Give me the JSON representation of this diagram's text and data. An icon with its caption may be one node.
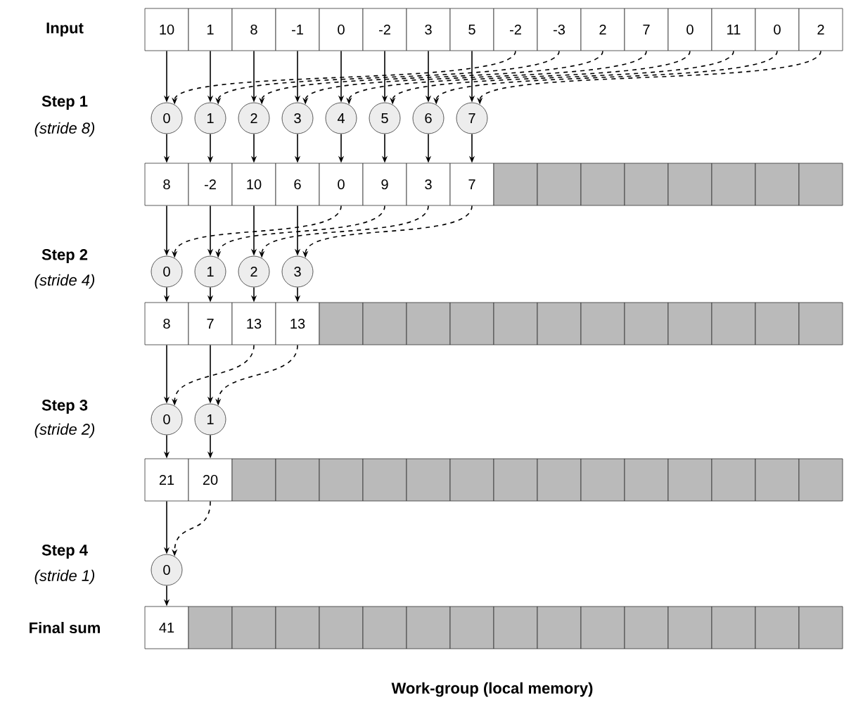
{
  "diagram": {
    "nodes": [
      {
        "text": [
          "10"
        ]
      },
      {
        "text": [
          "1"
        ]
      },
      {
        "text": [
          "8"
        ]
      },
      {
        "text": [
          "-1"
        ]
      },
      {
        "text": [
          "0"
        ]
      },
      {
        "text": [
          "-2"
        ]
      },
      {
        "text": [
          "3"
        ]
      },
      {
        "text": [
          "5"
        ]
      },
      {
        "text": [
          "-2"
        ]
      },
      {
        "text": [
          "-3"
        ]
      },
      {
        "text": [
          "2"
        ]
      },
      {
        "text": [
          "7"
        ]
      },
      {
        "text": [
          "0"
        ]
      },
      {
        "text": [
          "11"
        ]
      },
      {
        "text": [
          "0"
        ]
      },
      {
        "text": [
          "2"
        ]
      },
      {
        "text": [
          "0"
        ]
      },
      {
        "text": [
          "1"
        ]
      },
      {
        "text": [
          "2"
        ]
      },
      {
        "text": [
          "3"
        ]
      },
      {
        "text": [
          "4"
        ]
      },
      {
        "text": [
          "5"
        ]
      },
      {
        "text": [
          "6"
        ]
      },
      {
        "text": [
          "7"
        ]
      },
      {
        "text": [
          "8"
        ]
      },
      {
        "text": [
          "-2"
        ]
      },
      {
        "text": [
          "10"
        ]
      },
      {
        "text": [
          "6"
        ]
      },
      {
        "text": [
          "0"
        ]
      },
      {
        "text": [
          "9"
        ]
      },
      {
        "text": [
          "3"
        ]
      },
      {
        "text": [
          "7"
        ]
      },
      {
        "text": [],
        "shape": "box"
      },
      {
        "text": [],
        "shape": "box"
      },
      {
        "text": [],
        "shape": "box"
      },
      {
        "text": [],
        "shape": "box"
      },
      {
        "text": [],
        "shape": "box"
      },
      {
        "text": [],
        "shape": "box"
      },
      {
        "text": [],
        "shape": "box"
      },
      {
        "text": [],
        "shape": "box"
      },
      {
        "text": [
          "0"
        ]
      },
      {
        "text": [
          "1"
        ]
      },
      {
        "text": [
          "2"
        ]
      },
      {
        "text": [
          "3"
        ]
      },
      {
        "text": [
          "8"
        ]
      },
      {
        "text": [
          "7"
        ]
      },
      {
        "text": [
          "13"
        ]
      },
      {
        "text": [
          "13"
        ]
      },
      {
        "text": [],
        "shape": "box"
      },
      {
        "text": [],
        "shape": "box"
      },
      {
        "text": [],
        "shape": "box"
      },
      {
        "text": [],
        "shape": "box"
      },
      {
        "text": [],
        "shape": "box"
      },
      {
        "text": [],
        "shape": "box"
      },
      {
        "text": [],
        "shape": "box"
      },
      {
        "text": [],
        "shape": "box"
      },
      {
        "text": [],
        "shape": "box"
      },
      {
        "text": [],
        "shape": "box"
      },
      {
        "text": [],
        "shape": "box"
      },
      {
        "text": [],
        "shape": "box"
      },
      {
        "text": [
          "0"
        ]
      },
      {
        "text": [
          "1"
        ]
      },
      {
        "text": [
          "21"
        ]
      },
      {
        "text": [
          "20"
        ]
      },
      {
        "text": [],
        "shape": "box"
      },
      {
        "text": [],
        "shape": "box"
      },
      {
        "text": [],
        "shape": "box"
      },
      {
        "text": [],
        "shape": "box"
      },
      {
        "text": [],
        "shape": "box"
      },
      {
        "text": [],
        "shape": "box"
      },
      {
        "text": [],
        "shape": "box"
      },
      {
        "text": [],
        "shape": "box"
      },
      {
        "text": [],
        "shape": "box"
      },
      {
        "text": [],
        "shape": "box"
      },
      {
        "text": [],
        "shape": "box"
      },
      {
        "text": [],
        "shape": "box"
      },
      {
        "text": [],
        "shape": "box"
      },
      {
        "text": [],
        "shape": "box"
      },
      {
        "text": [
          "0"
        ]
      },
      {
        "text": [
          "41"
        ]
      },
      {
        "text": [],
        "shape": "box"
      },
      {
        "text": [],
        "shape": "box"
      },
      {
        "text": [],
        "shape": "box"
      },
      {
        "text": [],
        "shape": "box"
      },
      {
        "text": [],
        "shape": "box"
      },
      {
        "text": [],
        "shape": "box"
      },
      {
        "text": [],
        "shape": "box"
      },
      {
        "text": [],
        "shape": "box"
      },
      {
        "text": [],
        "shape": "box"
      },
      {
        "text": [],
        "shape": "box"
      },
      {
        "text": [],
        "shape": "box"
      },
      {
        "text": [],
        "shape": "box"
      },
      {
        "text": [],
        "shape": "box"
      },
      {
        "text": [],
        "shape": "box"
      },
      {
        "text": [],
        "shape": "box"
      }
    ],
    "edges": [
      {
        "from": 0,
        "to": 16,
        "arrow": "to"
      },
      {
        "from": 8,
        "to": 16,
        "arrow": "to",
        "style": "dashed"
      },
      {
        "from": 1,
        "to": 17,
        "arrow": "to"
      },
      {
        "from": 9,
        "to": 17,
        "arrow": "to",
        "style": "dashed"
      },
      {
        "from": 2,
        "to": 18,
        "arrow": "to"
      },
      {
        "from": 10,
        "to": 18,
        "arrow": "to",
        "style": "dashed"
      },
      {
        "from": 3,
        "to": 19,
        "arrow": "to"
      },
      {
        "from": 11,
        "to": 19,
        "arrow": "to",
        "style": "dashed"
      },
      {
        "from": 4,
        "to": 20,
        "arrow": "to"
      },
      {
        "from": 12,
        "to": 20,
        "arrow": "to",
        "style": "dashed"
      },
      {
        "from": 5,
        "to": 21,
        "arrow": "to"
      },
      {
        "from": 13,
        "to": 21,
        "arrow": "to",
        "style": "dashed"
      },
      {
        "from": 6,
        "to": 22,
        "arrow": "to"
      },
      {
        "from": 14,
        "to": 22,
        "arrow": "to",
        "style": "dashed"
      },
      {
        "from": 7,
        "to": 23,
        "arrow": "to"
      },
      {
        "from": 15,
        "to": 23,
        "arrow": "to",
        "style": "dashed"
      },
      {
        "from": 16,
        "to": 24,
        "arrow": "to"
      },
      {
        "from": 17,
        "to": 25,
        "arrow": "to"
      },
      {
        "from": 18,
        "to": 26,
        "arrow": "to"
      },
      {
        "from": 19,
        "to": 27,
        "arrow": "to"
      },
      {
        "from": 20,
        "to": 28,
        "arrow": "to"
      },
      {
        "from": 21,
        "to": 29,
        "arrow": "to"
      },
      {
        "from": 22,
        "to": 30,
        "arrow": "to"
      },
      {
        "from": 23,
        "to": 31,
        "arrow": "to"
      },
      {
        "from": 24,
        "to": 40,
        "arrow": "to"
      },
      {
        "from": 28,
        "to": 40,
        "arrow": "to",
        "style": "dashed"
      },
      {
        "from": 25,
        "to": 41,
        "arrow": "to"
      },
      {
        "from": 29,
        "to": 41,
        "arrow": "to",
        "style": "dashed"
      },
      {
        "from": 26,
        "to": 42,
        "arrow": "to"
      },
      {
        "from": 30,
        "to": 42,
        "arrow": "to",
        "style": "dashed"
      },
      {
        "from": 27,
        "to": 43,
        "arrow": "to"
      },
      {
        "from": 31,
        "to": 43,
        "arrow": "to",
        "style": "dashed"
      },
      {
        "from": 40,
        "to": 44,
        "arrow": "to"
      },
      {
        "from": 41,
        "to": 45,
        "arrow": "to"
      },
      {
        "from": 42,
        "to": 46,
        "arrow": "to"
      },
      {
        "from": 43,
        "to": 47,
        "arrow": "to"
      },
      {
        "from": 44,
        "to": 60,
        "arrow": "to"
      },
      {
        "from": 46,
        "to": 60,
        "arrow": "to",
        "style": "dashed"
      },
      {
        "from": 45,
        "to": 61,
        "arrow": "to"
      },
      {
        "from": 47,
        "to": 61,
        "arrow": "to",
        "style": "dashed"
      },
      {
        "from": 60,
        "to": 62,
        "arrow": "to"
      },
      {
        "from": 61,
        "to": 63,
        "arrow": "to"
      },
      {
        "from": 62,
        "to": 78,
        "arrow": "to"
      },
      {
        "from": 63,
        "to": 78,
        "arrow": "to",
        "style": "dashed"
      },
      {
        "from": 78,
        "to": 79,
        "arrow": "to"
      }
    ],
    "labels": [
      "Input",
      "Step 1",
      "(stride 8)",
      "Step 2",
      "(stride 4)",
      "Step 3",
      "(stride 2)",
      "Step 4",
      "(stride 1)",
      "Final sum",
      "Work-group (local memory)"
    ]
  }
}
